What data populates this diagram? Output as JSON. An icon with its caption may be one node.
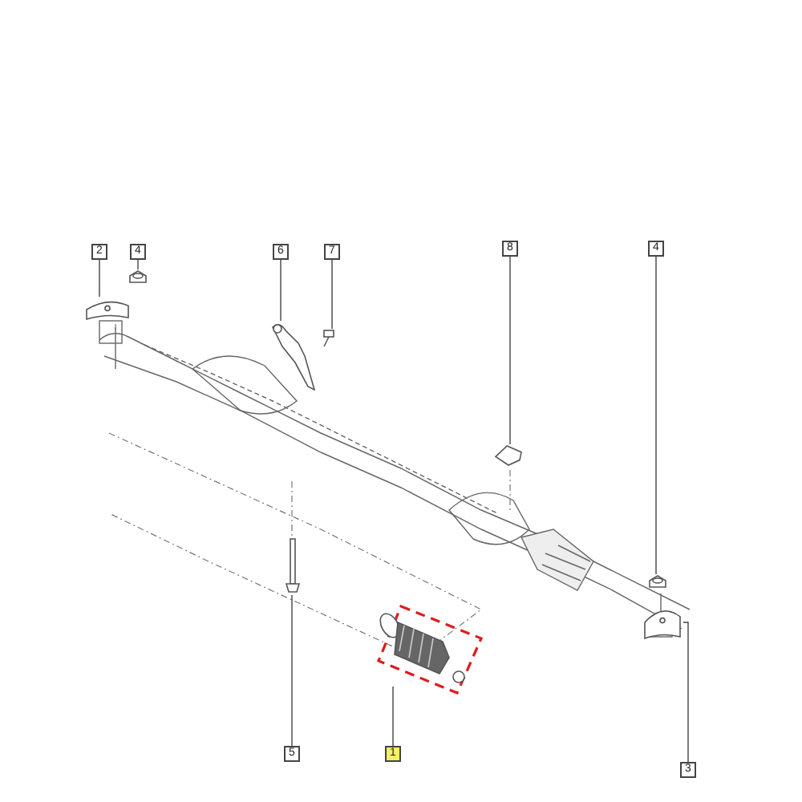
{
  "diagram": {
    "nodes": [
      {
        "text": [
          "2"
        ]
      },
      {
        "text": [
          "4"
        ]
      },
      {
        "text": [
          "6"
        ]
      },
      {
        "text": [
          "7"
        ]
      },
      {
        "text": [
          "8"
        ]
      },
      {
        "text": [
          "4"
        ]
      },
      {
        "text": [
          "5"
        ]
      },
      {
        "text": [
          "1"
        ]
      },
      {
        "text": [
          "3"
        ]
      },
      {
        "text": [],
        "shape": "picture"
      },
      {
        "text": [],
        "shape": "picture"
      },
      {
        "text": [],
        "shape": "picture"
      },
      {
        "text": [],
        "shape": "picture"
      },
      {
        "text": [],
        "shape": "picture"
      },
      {
        "text": [],
        "shape": "picture"
      },
      {
        "text": [],
        "shape": "picture"
      },
      {
        "text": [],
        "shape": "picture"
      },
      {
        "text": [],
        "shape": "picture"
      }
    ],
    "edges": [
      {
        "from": 0,
        "to": 10,
        "arrow": "none"
      },
      {
        "from": 1,
        "to": 9,
        "arrow": "none"
      },
      {
        "from": 2,
        "to": 11,
        "arrow": "none"
      },
      {
        "from": 3,
        "to": 12,
        "arrow": "none"
      },
      {
        "from": 4,
        "to": 13,
        "arrow": "none"
      },
      {
        "from": 5,
        "to": 14,
        "arrow": "none"
      },
      {
        "from": 6,
        "to": 16,
        "arrow": "none"
      },
      {
        "from": 7,
        "to": 17,
        "arrow": "none"
      },
      {
        "from": 8,
        "to": 15,
        "arrow": "none"
      }
    ]
  }
}
